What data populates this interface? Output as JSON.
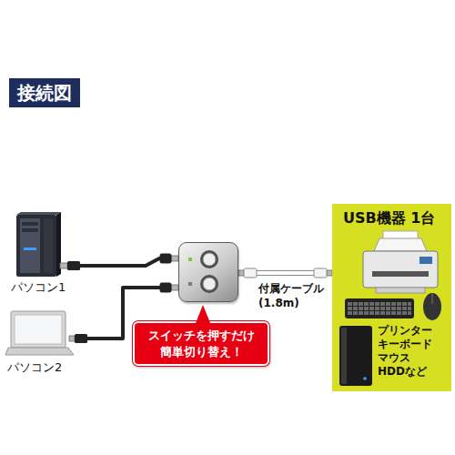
{
  "diagram": {
    "title": "接続図",
    "nodes": [
      {
        "text": [
          "パソコン1"
        ]
      },
      {
        "text": [
          "パソコン2"
        ]
      },
      {
        "text": [
          "スイッチを押すだけ 簡単切り替え！"
        ]
      },
      {
        "text": [
          "USB機器 1台",
          "プリンター キーボード マウス HDDなど"
        ]
      }
    ],
    "edges": [
      {
        "from": 0,
        "to": 2,
        "arrow": "none"
      },
      {
        "from": 1,
        "to": 2,
        "arrow": "none"
      },
      {
        "from": 2,
        "to": 3,
        "label": "付属ケーブル (1.8m)",
        "arrow": "none"
      }
    ]
  }
}
